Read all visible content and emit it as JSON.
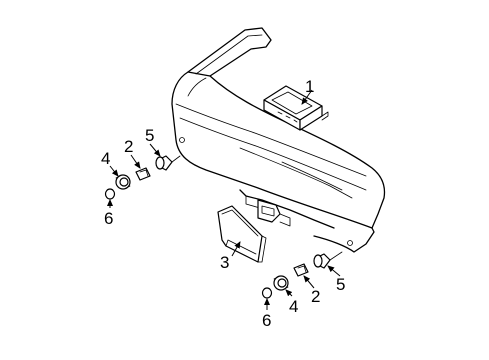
{
  "callouts": {
    "c1": "1",
    "c2a": "2",
    "c2b": "2",
    "c3": "3",
    "c4a": "4",
    "c4b": "4",
    "c5a": "5",
    "c5b": "5",
    "c6a": "6",
    "c6b": "6"
  }
}
